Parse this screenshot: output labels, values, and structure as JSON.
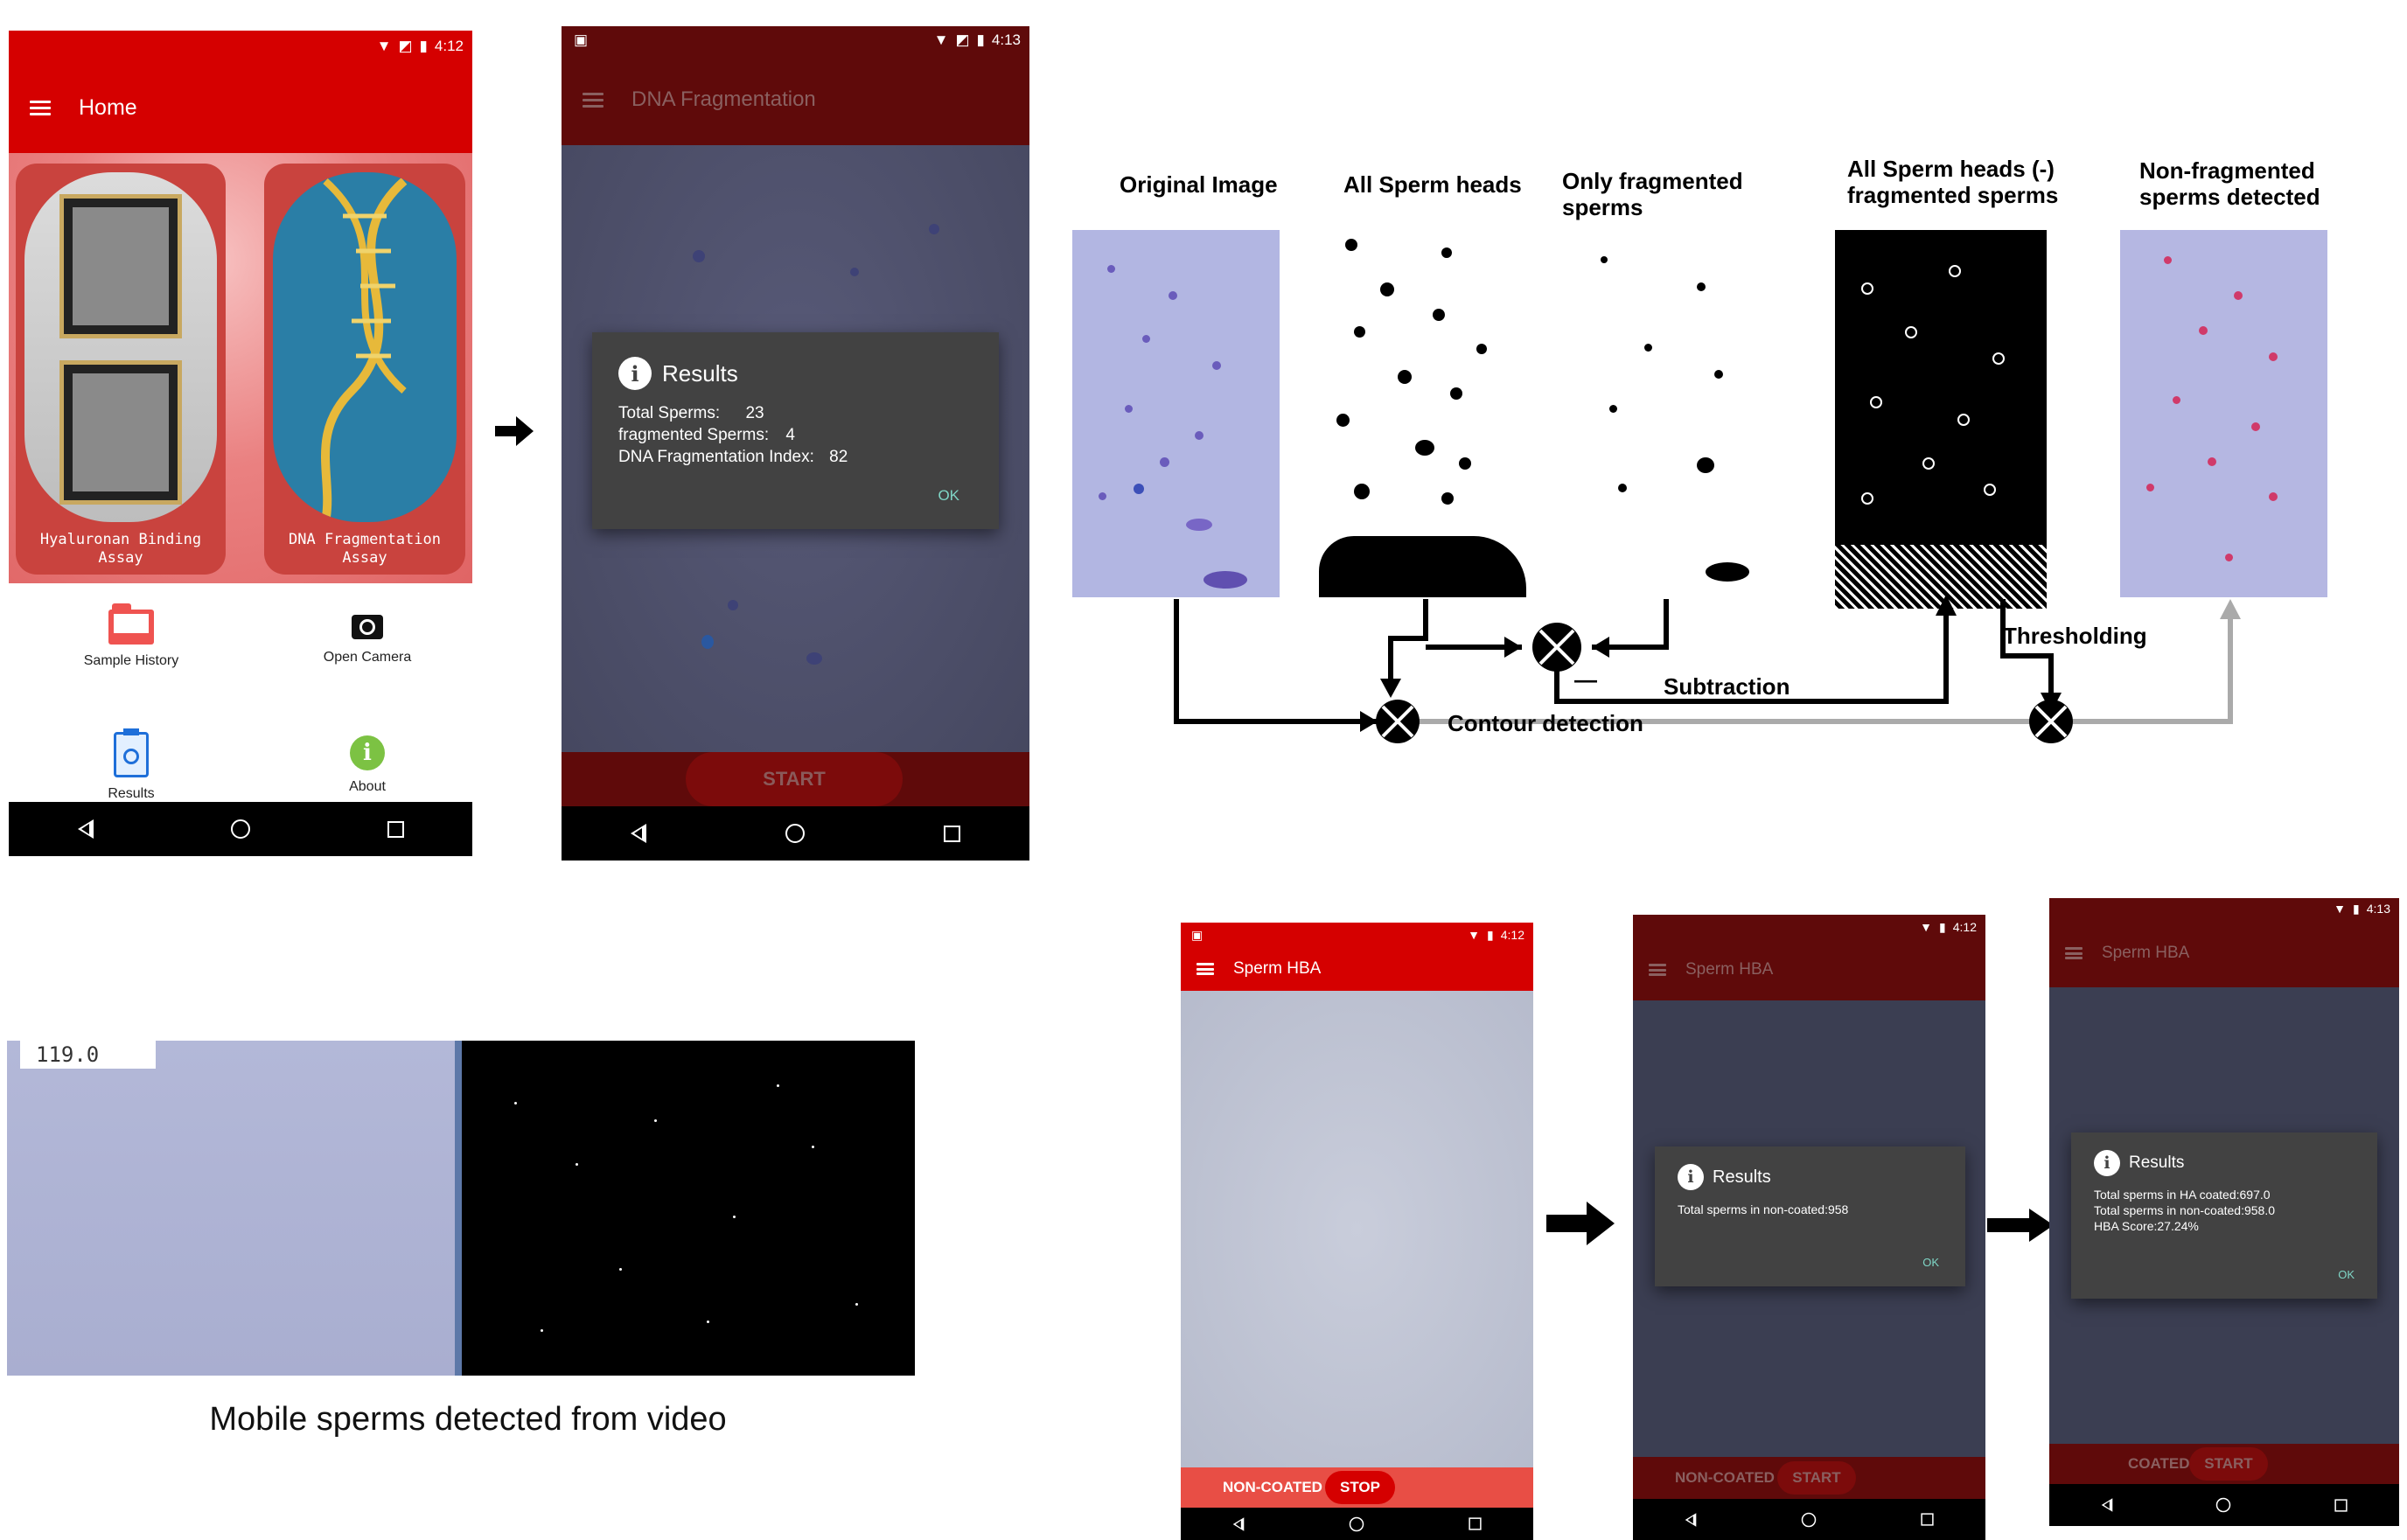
{
  "home": {
    "time": "4:12",
    "title": "Home",
    "card_hba": "Hyaluronan Binding Assay",
    "card_dna": "DNA Fragmentation Assay",
    "sample_history": "Sample History",
    "open_camera": "Open Camera",
    "results": "Results",
    "about": "About"
  },
  "dna_screen": {
    "time": "4:13",
    "title": "DNA Fragmentation",
    "dialog_title": "Results",
    "line1_label": "Total Sperms:",
    "line1_value": "23",
    "line2_label": "fragmented Sperms:",
    "line2_value": "4",
    "line3_label": "DNA Fragmentation Index:",
    "line3_value": "82",
    "ok": "OK",
    "start": "START"
  },
  "pipeline": {
    "labels": [
      "Original Image",
      "All Sperm heads",
      "Only  fragmented sperms",
      "All Sperm heads (-) fragmented sperms",
      "Non-fragmented sperms detected"
    ],
    "ops": {
      "thresholding": "Thresholding",
      "subtraction": "Subtraction",
      "contour": "Contour detection",
      "minus": "—"
    }
  },
  "video": {
    "counter": "119.0",
    "caption": "Mobile sperms detected from video"
  },
  "hba": {
    "s1": {
      "time": "4:12",
      "title": "Sperm HBA",
      "mode": "NON-COATED",
      "action": "STOP"
    },
    "s2": {
      "time": "4:12",
      "title": "Sperm HBA",
      "dialog_title": "Results",
      "line1": "Total sperms in non-coated:958",
      "ok": "OK",
      "mode": "NON-COATED",
      "action": "START"
    },
    "s3": {
      "time": "4:13",
      "title": "Sperm HBA",
      "dialog_title": "Results",
      "line1": "Total sperms in HA coated:697.0",
      "line2": "Total sperms in non-coated:958.0",
      "line3": "HBA Score:27.24%",
      "ok": "OK",
      "mode": "COATED",
      "action": "START"
    }
  },
  "colors": {
    "red": "#d50000",
    "dark_red": "#5f0a0a",
    "dialog": "#424242",
    "ok": "#7fd6c6"
  }
}
